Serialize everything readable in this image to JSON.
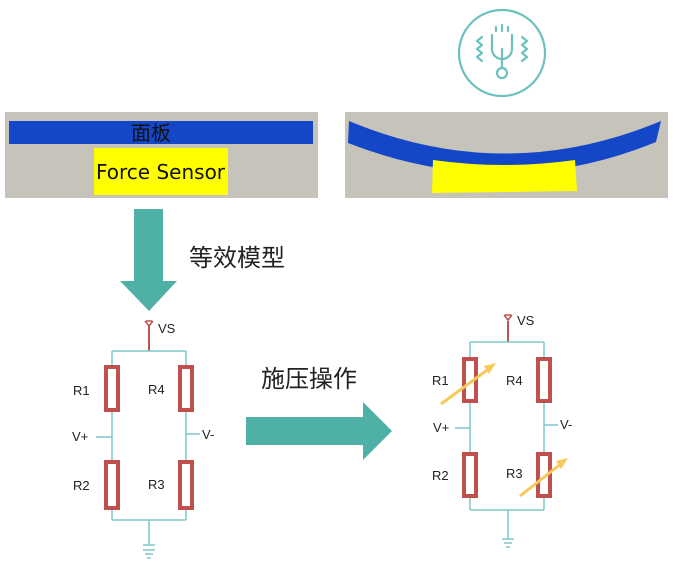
{
  "left_model": {
    "panel_label": "面板",
    "sensor_label": "Force Sensor"
  },
  "equivalent_label": "等效模型",
  "press_label": "施压操作",
  "icon": "pressure-gauge-icon",
  "circuit_left": {
    "supply": "VS",
    "resistors": [
      "R1",
      "R4",
      "R2",
      "R3"
    ],
    "v_plus": "V+",
    "v_minus": "V-"
  },
  "circuit_right": {
    "supply": "VS",
    "resistors": [
      "R1",
      "R4",
      "R2",
      "R3"
    ],
    "v_plus": "V+",
    "v_minus": "V-"
  },
  "colors": {
    "panel_bg": "#c6c3bb",
    "blue_plate": "#1447c8",
    "sensor_yellow": "#ffff00",
    "arrow_teal": "#4fb1a6",
    "wire": "#7fc7ca",
    "resistor": "#c0504d",
    "strain_arrow": "#f6c95a"
  }
}
